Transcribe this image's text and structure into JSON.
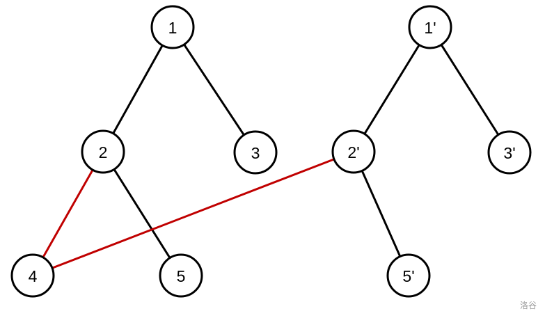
{
  "watermark": "洛谷",
  "colors": {
    "tree_edge": "#000000",
    "highlight_edge": "#c00000",
    "node_fill": "#ffffff",
    "node_stroke": "#000000"
  },
  "nodes": [
    {
      "id": "n1",
      "label": "1"
    },
    {
      "id": "n2",
      "label": "2"
    },
    {
      "id": "n3",
      "label": "3"
    },
    {
      "id": "n4",
      "label": "4"
    },
    {
      "id": "n5",
      "label": "5"
    },
    {
      "id": "n1p",
      "label": "1'"
    },
    {
      "id": "n2p",
      "label": "2'"
    },
    {
      "id": "n3p",
      "label": "3'"
    },
    {
      "id": "n5p",
      "label": "5'"
    }
  ],
  "edges": [
    {
      "from": "n1",
      "to": "n2",
      "style": "tree"
    },
    {
      "from": "n1",
      "to": "n3",
      "style": "tree"
    },
    {
      "from": "n2",
      "to": "n5",
      "style": "tree"
    },
    {
      "from": "n2",
      "to": "n4",
      "style": "highlight"
    },
    {
      "from": "n4",
      "to": "n2p",
      "style": "highlight"
    },
    {
      "from": "n1p",
      "to": "n2p",
      "style": "tree"
    },
    {
      "from": "n1p",
      "to": "n3p",
      "style": "tree"
    },
    {
      "from": "n2p",
      "to": "n5p",
      "style": "tree"
    }
  ]
}
